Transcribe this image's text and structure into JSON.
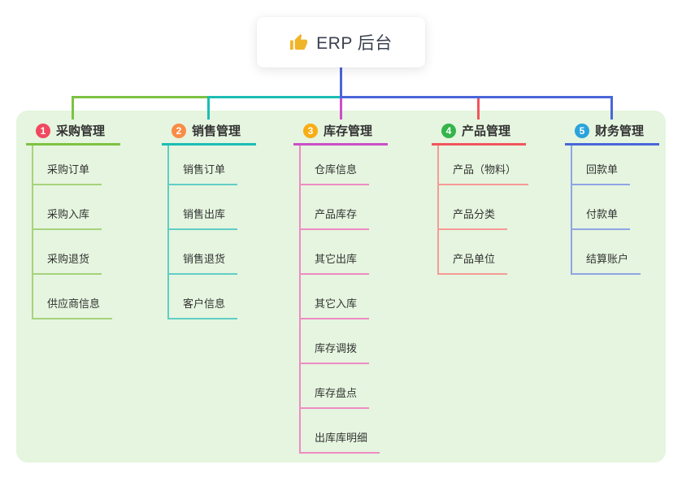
{
  "root": {
    "label": "ERP 后台",
    "icon": "thumbs-up-icon"
  },
  "panel": {
    "background": "#e5f5df"
  },
  "trunk_color": "#4a66d8",
  "text_color": "#333333",
  "branches": [
    {
      "num": "1",
      "label": "采购管理",
      "badge_color": "#f2485f",
      "line_color": "#7dc242",
      "child_line_color": "#a6d37c",
      "children": [
        "采购订单",
        "采购入库",
        "采购退货",
        "供应商信息"
      ]
    },
    {
      "num": "2",
      "label": "销售管理",
      "badge_color": "#fa8c46",
      "line_color": "#1cbdb4",
      "child_line_color": "#62cdc6",
      "children": [
        "销售订单",
        "销售出库",
        "销售退货",
        "客户信息"
      ]
    },
    {
      "num": "3",
      "label": "库存管理",
      "badge_color": "#f9ad14",
      "line_color": "#cb4ec8",
      "child_line_color": "#ee8cc3",
      "children": [
        "仓库信息",
        "产品库存",
        "其它出库",
        "其它入库",
        "库存调拨",
        "库存盘点",
        "出库库明细"
      ]
    },
    {
      "num": "4",
      "label": "产品管理",
      "badge_color": "#35b44a",
      "line_color": "#f1555e",
      "child_line_color": "#f79a97",
      "children": [
        "产品（物料）",
        "产品分类",
        "产品单位"
      ]
    },
    {
      "num": "5",
      "label": "财务管理",
      "badge_color": "#2aa3db",
      "line_color": "#4a66d8",
      "child_line_color": "#8fa5e5",
      "children": [
        "回款单",
        "付款单",
        "结算账户"
      ]
    }
  ]
}
